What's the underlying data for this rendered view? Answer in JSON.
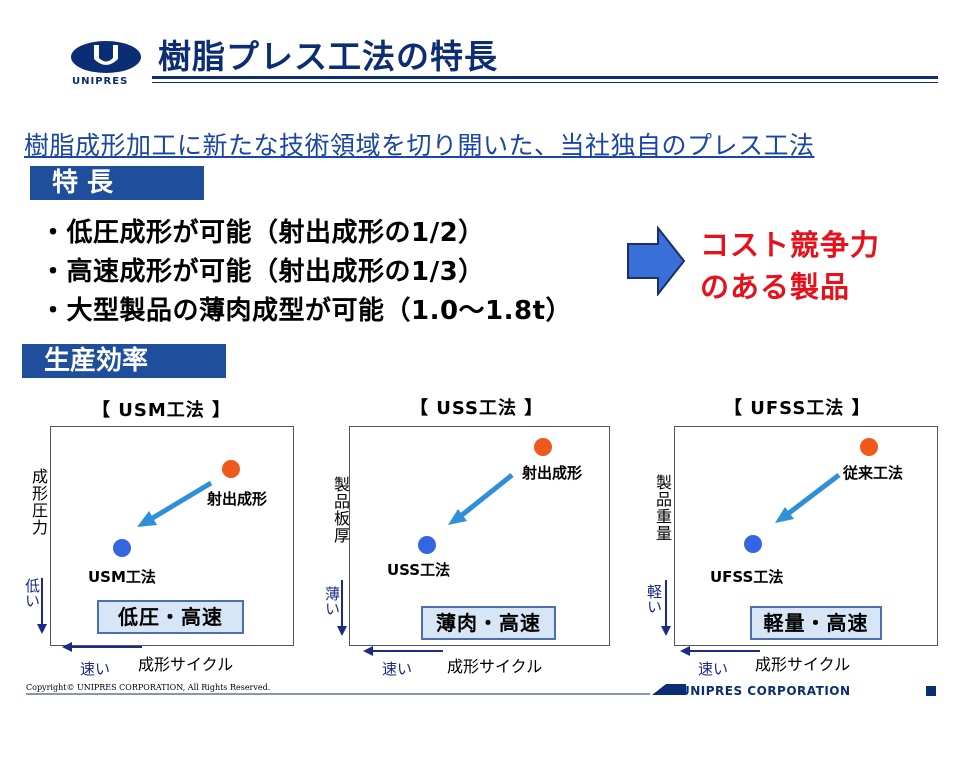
{
  "header": {
    "logo_text": "UNIPRES",
    "title": "樹脂プレス工法の特長"
  },
  "subtitle": "樹脂成形加工に新たな技術領域を切り開いた、当社独自のプレス工法",
  "features": {
    "heading": "特 長",
    "items": [
      "・低圧成形が可能（射出成形の1/2）",
      "・高速成形が可能（射出成形の1/3）",
      "・大型製品の薄肉成型が可能（1.0～1.8t）"
    ],
    "result_line1": "コスト競争力",
    "result_line2": "のある製品"
  },
  "efficiency": {
    "heading": "生産効率",
    "charts": [
      {
        "title": "【 USM工法 】",
        "y_axis": "成形圧力",
        "y_low": "低い",
        "x_axis": "成形サイクル",
        "x_fast": "速い",
        "from_label": "射出成形",
        "to_label": "USM工法",
        "badge": "低圧・高速"
      },
      {
        "title": "【 USS工法 】",
        "y_axis": "製品板厚",
        "y_low": "薄い",
        "x_axis": "成形サイクル",
        "x_fast": "速い",
        "from_label": "射出成形",
        "to_label": "USS工法",
        "badge": "薄肉・高速"
      },
      {
        "title": "【 UFSS工法 】",
        "y_axis": "製品重量",
        "y_low": "軽い",
        "x_axis": "成形サイクル",
        "x_fast": "速い",
        "from_label": "従来工法",
        "to_label": "UFSS工法",
        "badge": "軽量・高速"
      }
    ]
  },
  "footer": {
    "copyright": "Copyright© UNIPRES CORPORATION, All Rights Reserved.",
    "company": "UNIPRES CORPORATION"
  },
  "colors": {
    "navy": "#0b2d73",
    "section_blue": "#1f4e9c",
    "red_point": "#f0581c",
    "blue_point": "#3366e0",
    "arrow_blue": "#2f8fd8",
    "result_red": "#e8101a"
  }
}
